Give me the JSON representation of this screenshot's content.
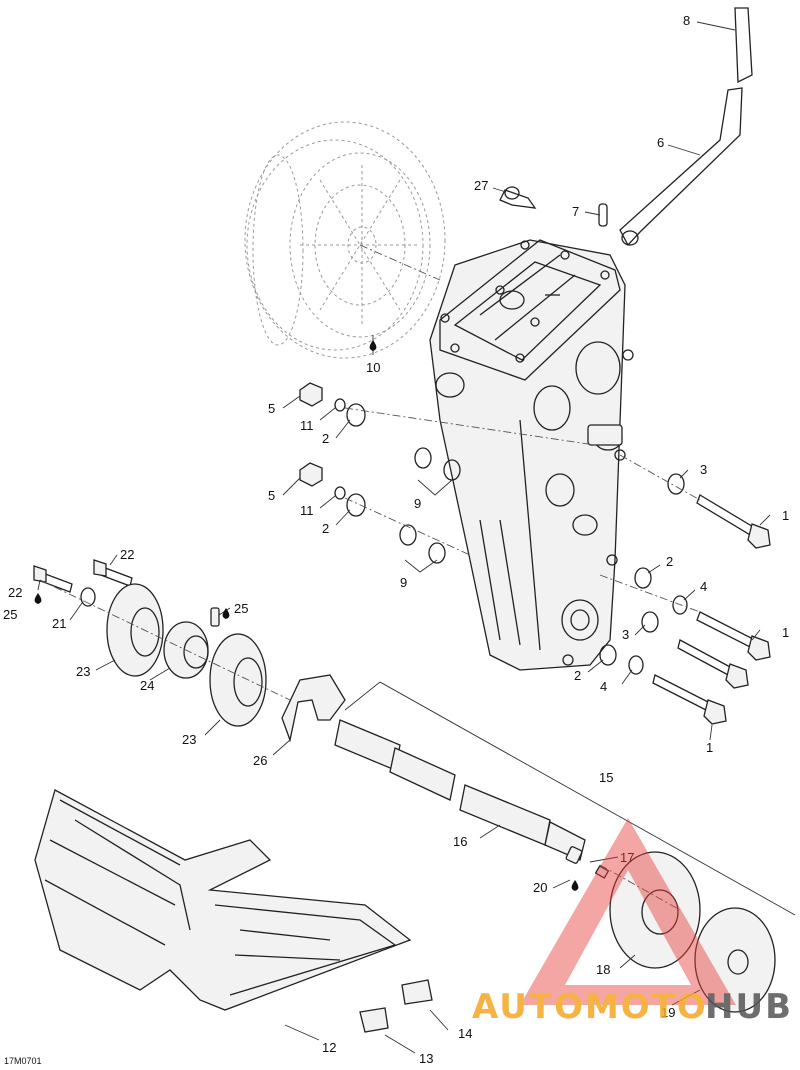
{
  "figure_code": "17M0701",
  "watermark": {
    "brand_part1": "AUTOMOTO",
    "brand_part2": "HUB",
    "color_primary": "#f5a623",
    "color_secondary": "#555555",
    "triangle_color": "#e8403c"
  },
  "callouts": {
    "c1a": "1",
    "c1b": "1",
    "c1c": "1",
    "c2a": "2",
    "c2b": "2",
    "c2c": "2",
    "c2d": "2",
    "c3a": "3",
    "c3b": "3",
    "c4a": "4",
    "c4b": "4",
    "c5a": "5",
    "c5b": "5",
    "c6": "6",
    "c7": "7",
    "c8": "8",
    "c9a": "9",
    "c9b": "9",
    "c10": "10",
    "c11a": "11",
    "c11b": "11",
    "c12": "12",
    "c13": "13",
    "c14": "14",
    "c15": "15",
    "c16": "16",
    "c17": "17",
    "c18": "18",
    "c19": "19",
    "c20": "20",
    "c21": "21",
    "c22a": "22",
    "c22b": "22",
    "c23a": "23",
    "c23b": "23",
    "c24": "24",
    "c25a": "25",
    "c25b": "25",
    "c26": "26",
    "c27": "27"
  }
}
